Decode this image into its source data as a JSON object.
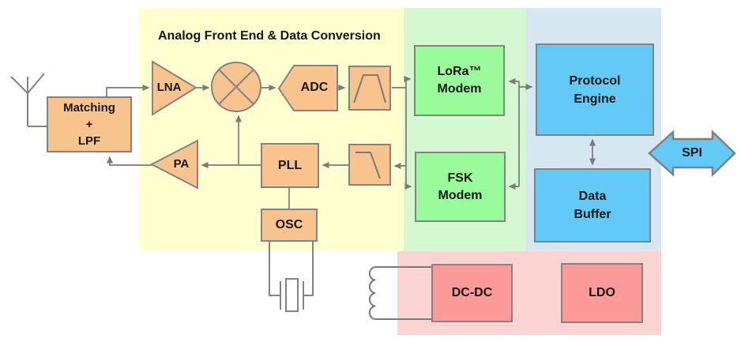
{
  "diagram": {
    "title": "Analog Front End & Data Conversion",
    "regions": [
      {
        "id": "analog-front-end",
        "label": "Analog Front End & Data Conversion",
        "color": "#FFFFD0"
      },
      {
        "id": "modems",
        "label": "",
        "color": "#D5F8D0"
      },
      {
        "id": "digital",
        "label": "",
        "color": "#D7E7F2"
      },
      {
        "id": "power",
        "label": "",
        "color": "#FBD3D3"
      }
    ],
    "blocks": {
      "matching": {
        "lines": [
          "Matching",
          "+",
          "LPF"
        ]
      },
      "lna": {
        "label": "LNA"
      },
      "pa": {
        "label": "PA"
      },
      "adc": {
        "label": "ADC"
      },
      "pll": {
        "label": "PLL"
      },
      "osc": {
        "label": "OSC"
      },
      "lora_modem": {
        "lines": [
          "LoRa™",
          "Modem"
        ]
      },
      "fsk_modem": {
        "lines": [
          "FSK",
          "Modem"
        ]
      },
      "protocol_engine": {
        "lines": [
          "Protocol",
          "Engine"
        ]
      },
      "data_buffer": {
        "lines": [
          "Data",
          "Buffer"
        ]
      },
      "dcdc": {
        "label": "DC-DC"
      },
      "ldo": {
        "label": "LDO"
      },
      "spi": {
        "label": "SPI"
      }
    },
    "symbols": [
      "antenna",
      "mixer",
      "bandpass-filter",
      "lowpass-filter",
      "crystal",
      "inductor"
    ],
    "colors": {
      "analog_block": "#F9C38E",
      "modem_block": "#99FB99",
      "digital_block": "#63C9F7",
      "power_block": "#FC9999",
      "region_afe": "#FFFFD0",
      "region_modems": "#D5F8D0",
      "region_digital": "#D7E7F2",
      "region_power": "#FBD3D3",
      "line": "#7A7A7A",
      "border": "#838383",
      "text": "#161616"
    }
  }
}
